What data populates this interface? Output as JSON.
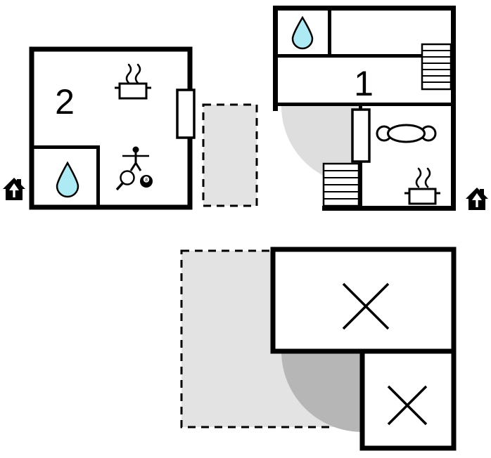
{
  "floorplan": {
    "units": [
      {
        "name": "apartment-1",
        "label": "1"
      },
      {
        "name": "apartment-2",
        "label": "2"
      }
    ],
    "billiard_ball_label": "8",
    "colors": {
      "wall": "#000000",
      "background": "#ffffff",
      "water_drop": "#aeeaf4",
      "terrace_fill": "#e3e3e3",
      "door_swing_light": "#dedede",
      "door_swing_dark": "#b6b6b6"
    },
    "icons": [
      "water-drop-icon",
      "stove-icon",
      "steam-icon",
      "foosball-player-icon",
      "table-tennis-paddle-icon",
      "billiard-8-ball-icon",
      "sofa-icon",
      "stairs-icon",
      "door-icon",
      "entrance-house-icon",
      "crossed-room-icon"
    ]
  }
}
